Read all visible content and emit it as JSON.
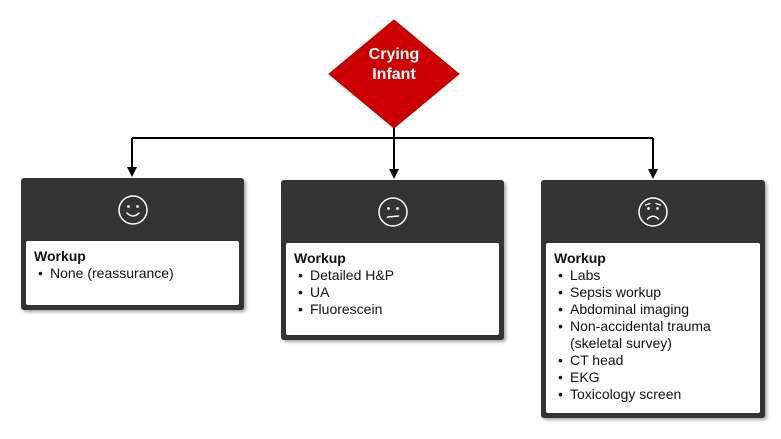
{
  "colors": {
    "root_fill": "#cc0000",
    "card_dark": "#333333",
    "line": "#000000"
  },
  "root": {
    "label_line1": "Crying",
    "label_line2": "Infant"
  },
  "cards": [
    {
      "face_icon": "happy-face-icon",
      "title": "Workup",
      "items": [
        "None (reassurance)"
      ]
    },
    {
      "face_icon": "neutral-face-icon",
      "title": "Workup",
      "items": [
        "Detailed H&P",
        "UA",
        "Fluorescein"
      ]
    },
    {
      "face_icon": "sad-face-icon",
      "title": "Workup",
      "items": [
        "Labs",
        "Sepsis workup",
        "Abdominal imaging",
        "Non-accidental trauma",
        "(skeletal survey)",
        "CT head",
        "EKG",
        "Toxicology screen"
      ]
    }
  ]
}
